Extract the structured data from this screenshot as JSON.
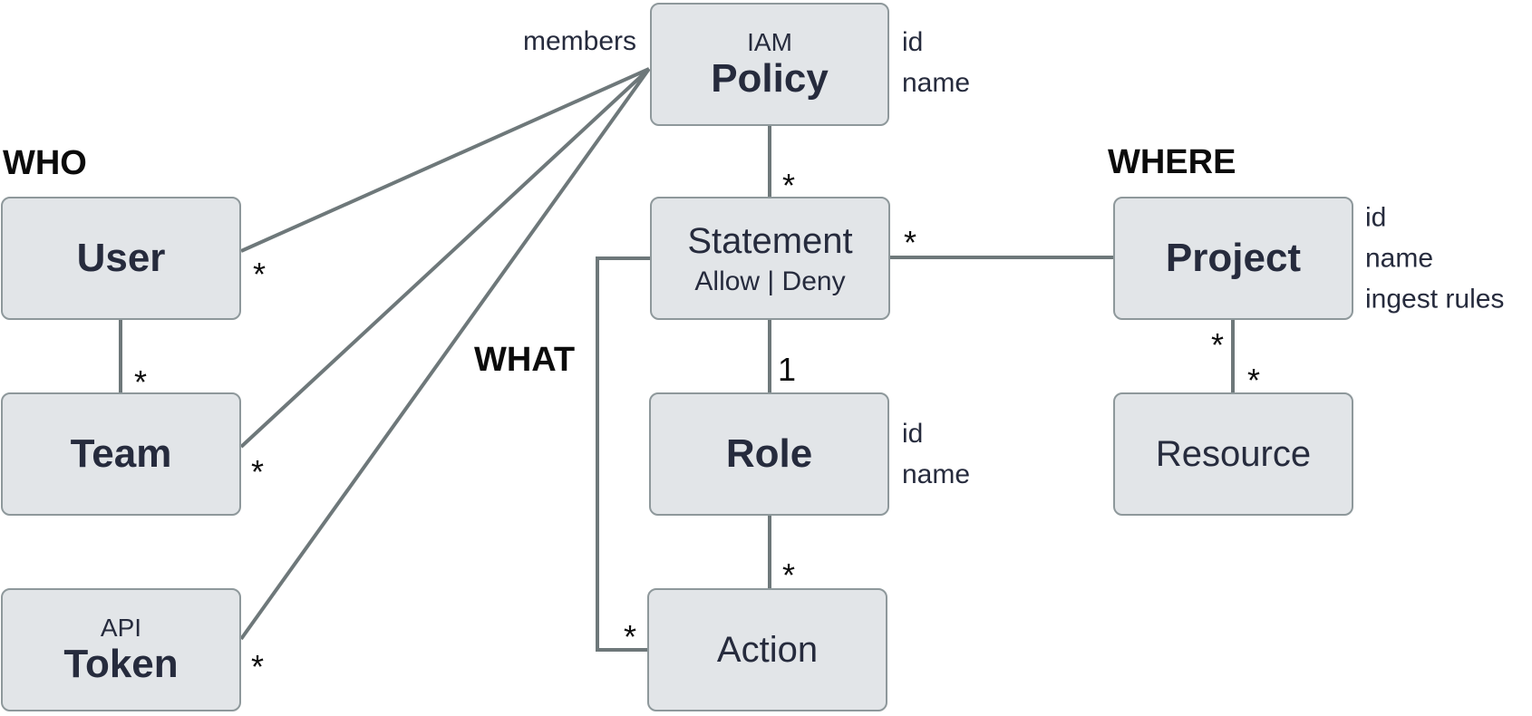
{
  "sections": {
    "who": "WHO",
    "what": "WHAT",
    "where": "WHERE"
  },
  "entities": {
    "policy": {
      "qualifier": "IAM",
      "name": "Policy",
      "attributes": [
        "id",
        "name"
      ]
    },
    "user": {
      "name": "User"
    },
    "team": {
      "name": "Team"
    },
    "token": {
      "qualifier": "API",
      "name": "Token"
    },
    "statement": {
      "name": "Statement",
      "subtitle": "Allow | Deny"
    },
    "role": {
      "name": "Role",
      "attributes": [
        "id",
        "name"
      ]
    },
    "action": {
      "name": "Action"
    },
    "project": {
      "name": "Project",
      "attributes": [
        "id",
        "name",
        "ingest rules"
      ]
    },
    "resource": {
      "name": "Resource"
    }
  },
  "relationships": {
    "members_label": "members",
    "cardinalities": {
      "user_policy": "*",
      "team_user": "*",
      "team_policy": "*",
      "token_policy": "*",
      "policy_statement": "*",
      "statement_project": "*",
      "statement_role": "1",
      "role_action": "*",
      "statement_action": "*",
      "project_resource_upper": "*",
      "project_resource_lower": "*"
    }
  },
  "colors": {
    "box_fill": "#e2e5e8",
    "box_border": "#8e989b",
    "edge": "#6e787a",
    "text_dark": "#262b3d",
    "label_black": "#0b0b0b"
  }
}
